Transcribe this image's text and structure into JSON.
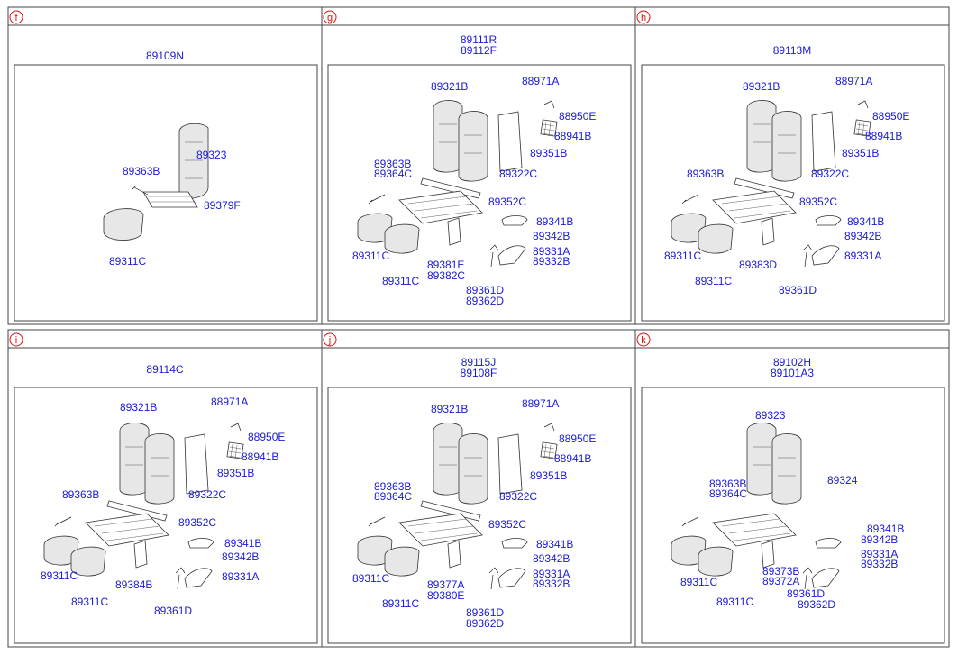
{
  "panels": [
    {
      "letter": "f",
      "assembly": [
        "89109N"
      ],
      "parts": [
        "89323",
        "89363B",
        "89379F",
        "89311C"
      ]
    },
    {
      "letter": "g",
      "assembly": [
        "89111R",
        "89112F"
      ],
      "parts": [
        "89321B",
        "88971A",
        "88950E",
        "88941B",
        "89351B",
        "89363B",
        "89364C",
        "89322C",
        "89352C",
        "89341B",
        "89342B",
        "89331A",
        "89332B",
        "89311C",
        "89311C",
        "89381E",
        "89382C",
        "89361D",
        "89362D"
      ]
    },
    {
      "letter": "h",
      "assembly": [
        "89113M"
      ],
      "parts": [
        "89321B",
        "88971A",
        "88950E",
        "88941B",
        "89351B",
        "89363B",
        "89322C",
        "89352C",
        "89341B",
        "89342B",
        "89331A",
        "89311C",
        "89311C",
        "89383D",
        "89361D"
      ]
    },
    {
      "letter": "i",
      "assembly": [
        "89114C"
      ],
      "parts": [
        "89321B",
        "88971A",
        "88950E",
        "88941B",
        "89351B",
        "89363B",
        "89322C",
        "89352C",
        "89341B",
        "89342B",
        "89331A",
        "89311C",
        "89311C",
        "89384B",
        "89361D"
      ]
    },
    {
      "letter": "j",
      "assembly": [
        "89115J",
        "89108F"
      ],
      "parts": [
        "89321B",
        "88971A",
        "88950E",
        "88941B",
        "89351B",
        "89363B",
        "89364C",
        "89322C",
        "89352C",
        "89341B",
        "89342B",
        "89331A",
        "89332B",
        "89311C",
        "89311C",
        "89377A",
        "89380E",
        "89361D",
        "89362D"
      ]
    },
    {
      "letter": "k",
      "assembly": [
        "89102H",
        "89101A3"
      ],
      "parts": [
        "89323",
        "89324",
        "89363B",
        "89364C",
        "89341B",
        "89342B",
        "89331A",
        "89332B",
        "89373B",
        "89372A",
        "89311C",
        "89311C",
        "89361D",
        "89362D"
      ]
    }
  ],
  "colors": {
    "label": "#1a1ad6",
    "letter": "#e01010",
    "line": "#333333"
  }
}
